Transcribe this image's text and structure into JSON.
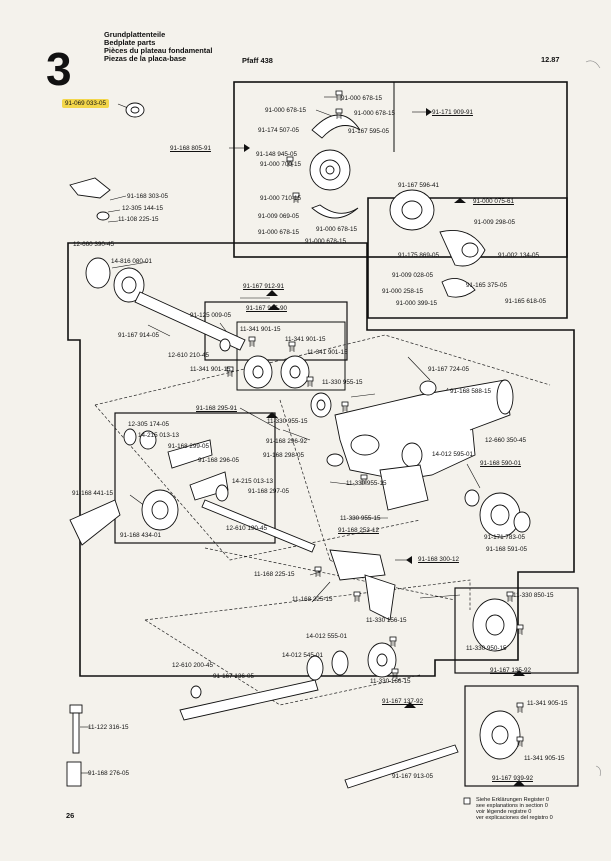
{
  "page": {
    "section_number": "3",
    "headings": [
      "Grundplattenteile",
      "Bedplate parts",
      "Pièces du plateau fondamental",
      "Piezas de la placa-base"
    ],
    "model": "Pfaff 438",
    "date": "12.87",
    "page_number": "26"
  },
  "legend": {
    "lines": [
      "Siehe Erklärungen Register 0",
      "see explanations in section 0",
      "voir légende registre 0",
      "ver explicaciones del registro 0"
    ]
  },
  "highlight_color": "#f3d64a",
  "parts": [
    {
      "id": "p01",
      "text": "91-069 033-05"
    },
    {
      "id": "p02",
      "text": "91-000 678-15"
    },
    {
      "id": "p03",
      "text": "91-000 678-15"
    },
    {
      "id": "p04",
      "text": "91-000 678-15"
    },
    {
      "id": "p05",
      "text": "91-171 909-91"
    },
    {
      "id": "p06",
      "text": "91-174 507-05"
    },
    {
      "id": "p07",
      "text": "91-167 595-05"
    },
    {
      "id": "p08",
      "text": "91-168 805-91"
    },
    {
      "id": "p09",
      "text": "91-148 945-05"
    },
    {
      "id": "p10",
      "text": "91-000 700-15"
    },
    {
      "id": "p11",
      "text": "91-168 303-05"
    },
    {
      "id": "p12",
      "text": "12-305 144-15"
    },
    {
      "id": "p13",
      "text": "11-108 225-15"
    },
    {
      "id": "p14",
      "text": "91-000 710-15"
    },
    {
      "id": "p15",
      "text": "91-009 069-05"
    },
    {
      "id": "p16",
      "text": "91-000 678-15"
    },
    {
      "id": "p17",
      "text": "91-000 678-15"
    },
    {
      "id": "p18",
      "text": "91-000 678-15"
    },
    {
      "id": "p19",
      "text": "91-167 596-41"
    },
    {
      "id": "p20",
      "text": "91-000 075-61"
    },
    {
      "id": "p21",
      "text": "91-009 298-05"
    },
    {
      "id": "p22",
      "text": "12-660 390-45"
    },
    {
      "id": "p23",
      "text": "14-816 080-01"
    },
    {
      "id": "p24",
      "text": "91-175 869-05"
    },
    {
      "id": "p25",
      "text": "91-002 134-05"
    },
    {
      "id": "p26",
      "text": "91-009 028-05"
    },
    {
      "id": "p27",
      "text": "91-000 258-15"
    },
    {
      "id": "p28",
      "text": "91-165 375-05"
    },
    {
      "id": "p29",
      "text": "91-000 399-15"
    },
    {
      "id": "p30",
      "text": "91-165 618-05"
    },
    {
      "id": "p31",
      "text": "91-167 912-91"
    },
    {
      "id": "p32",
      "text": "91-125 009-05"
    },
    {
      "id": "p33",
      "text": "91-167 915-90"
    },
    {
      "id": "p34",
      "text": "91-167 914-05"
    },
    {
      "id": "p35",
      "text": "11-341 901-15"
    },
    {
      "id": "p36",
      "text": "11-341 901-15"
    },
    {
      "id": "p37",
      "text": "12-610 210-45"
    },
    {
      "id": "p38",
      "text": "11-341 901-15"
    },
    {
      "id": "p39",
      "text": "11-341 901-15"
    },
    {
      "id": "p40",
      "text": "91-167 724-05"
    },
    {
      "id": "p41",
      "text": "11-330 955-15"
    },
    {
      "id": "p42",
      "text": "91-168 588-15"
    },
    {
      "id": "p43",
      "text": "91-168 295-91"
    },
    {
      "id": "p44",
      "text": "11-330 955-15"
    },
    {
      "id": "p45",
      "text": "12-305 174-05"
    },
    {
      "id": "p46",
      "text": "14-215 013-13"
    },
    {
      "id": "p47",
      "text": "91-168 299-05"
    },
    {
      "id": "p48",
      "text": "91-168 296-05"
    },
    {
      "id": "p49",
      "text": "91-168 296-92"
    },
    {
      "id": "p50",
      "text": "91-168 298-05"
    },
    {
      "id": "p51",
      "text": "12-660 350-45"
    },
    {
      "id": "p52",
      "text": "14-012 595-01"
    },
    {
      "id": "p53",
      "text": "91-168 590-01"
    },
    {
      "id": "p54",
      "text": "91-168 441-15"
    },
    {
      "id": "p55",
      "text": "14-215 013-13"
    },
    {
      "id": "p56",
      "text": "91-168 297-05"
    },
    {
      "id": "p57",
      "text": "11-330 955-15"
    },
    {
      "id": "p58",
      "text": "91-168 434-01"
    },
    {
      "id": "p59",
      "text": "91-171 783-05"
    },
    {
      "id": "p60",
      "text": "91-168 591-05"
    },
    {
      "id": "p61",
      "text": "12-610 190-45"
    },
    {
      "id": "p62",
      "text": "11-330 955-15"
    },
    {
      "id": "p63",
      "text": "91-168 253-12"
    },
    {
      "id": "p64",
      "text": "91-168 300-12"
    },
    {
      "id": "p65",
      "text": "11-168 225-15"
    },
    {
      "id": "p66",
      "text": "11-168 225-15"
    },
    {
      "id": "p67",
      "text": "11-330 850-15"
    },
    {
      "id": "p68",
      "text": "11-330 156-15"
    },
    {
      "id": "p69",
      "text": "14-012 555-01"
    },
    {
      "id": "p70",
      "text": "11-330 950-15"
    },
    {
      "id": "p71",
      "text": "12-610 200-45"
    },
    {
      "id": "p72",
      "text": "14-012 545-01"
    },
    {
      "id": "p73",
      "text": "91-167 136-05"
    },
    {
      "id": "p74",
      "text": "91-167 135-92"
    },
    {
      "id": "p75",
      "text": "11-330 166-15"
    },
    {
      "id": "p76",
      "text": "91-167 137-92"
    },
    {
      "id": "p77",
      "text": "11-341 905-15"
    },
    {
      "id": "p78",
      "text": "11-122 316-15"
    },
    {
      "id": "p79",
      "text": "11-341 905-15"
    },
    {
      "id": "p80",
      "text": "91-168 276-05"
    },
    {
      "id": "p81",
      "text": "91-167 913-05"
    },
    {
      "id": "p82",
      "text": "91-167 939-92"
    }
  ]
}
